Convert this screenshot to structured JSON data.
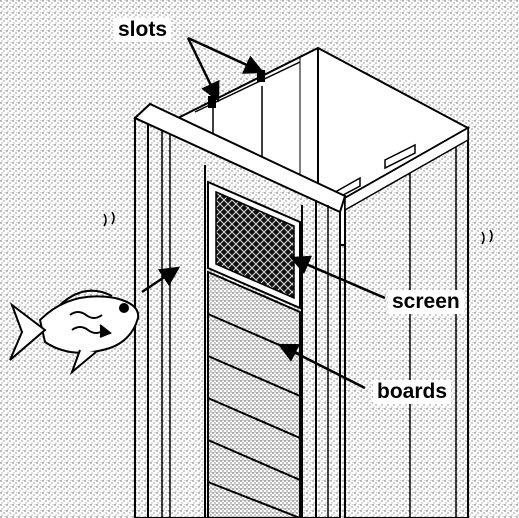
{
  "labels": {
    "slots": "slots",
    "screen": "screen",
    "boards": "boards"
  },
  "colors": {
    "ink": "#000000",
    "paper": "#ffffff",
    "stipple": "#7a7a7a"
  },
  "icons": [
    "fish-icon",
    "water-ripple-icon"
  ]
}
